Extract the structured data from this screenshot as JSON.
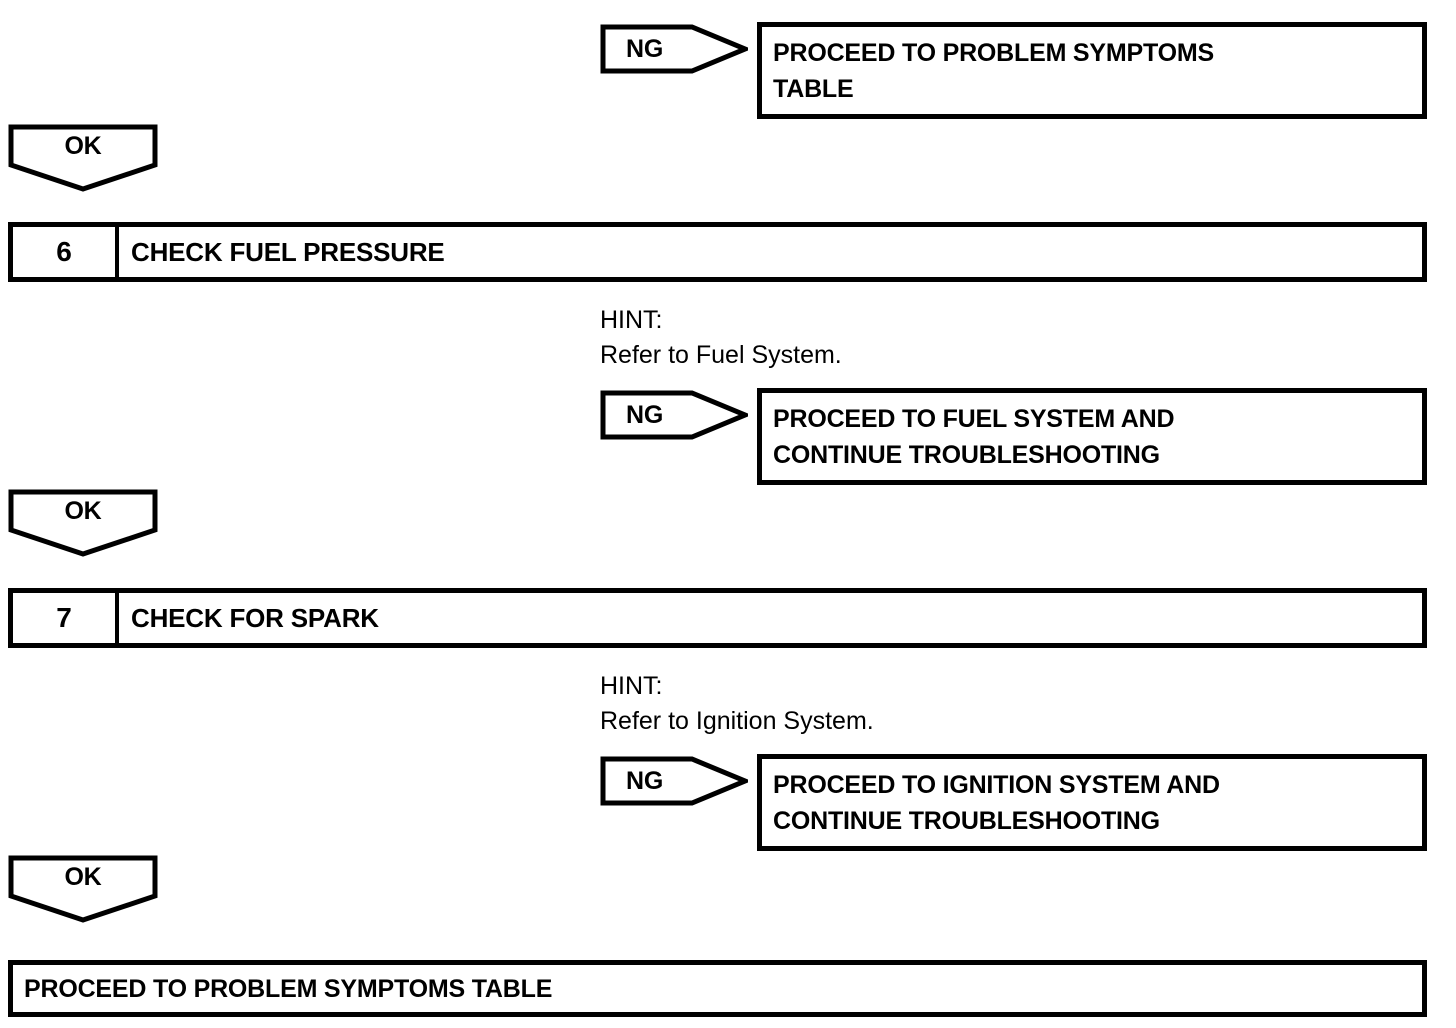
{
  "document": {
    "type": "troubleshooting-flowchart",
    "title": "Engine Troubleshooting Flow - Steps 6 and 7"
  },
  "nodes": [
    {
      "id": "ng-1",
      "kind": "ng-connector",
      "label": "NG",
      "target_lines": [
        "PROCEED TO PROBLEM SYMPTOMS",
        "TABLE"
      ]
    },
    {
      "id": "ok-1",
      "kind": "ok-connector",
      "label": "OK"
    },
    {
      "id": "step-6",
      "kind": "step",
      "number": "6",
      "title": "CHECK FUEL PRESSURE",
      "hint_lines": [
        "HINT:",
        "Refer to Fuel System."
      ]
    },
    {
      "id": "ng-2",
      "kind": "ng-connector",
      "label": "NG",
      "target_lines": [
        "PROCEED TO FUEL SYSTEM AND",
        "CONTINUE TROUBLESHOOTING"
      ]
    },
    {
      "id": "ok-2",
      "kind": "ok-connector",
      "label": "OK"
    },
    {
      "id": "step-7",
      "kind": "step",
      "number": "7",
      "title": "CHECK FOR SPARK",
      "hint_lines": [
        "HINT:",
        "Refer to Ignition System."
      ]
    },
    {
      "id": "ng-3",
      "kind": "ng-connector",
      "label": "NG",
      "target_lines": [
        "PROCEED TO IGNITION SYSTEM AND",
        "CONTINUE TROUBLESHOOTING"
      ]
    },
    {
      "id": "ok-3",
      "kind": "ok-connector",
      "label": "OK"
    },
    {
      "id": "final",
      "kind": "terminal",
      "target_lines": [
        "PROCEED TO PROBLEM SYMPTOMS TABLE"
      ]
    }
  ],
  "ng_1": {
    "label": "NG",
    "line1": "PROCEED TO PROBLEM SYMPTOMS",
    "line2": "TABLE"
  },
  "ok_1": {
    "label": "OK"
  },
  "step_6": {
    "number": "6",
    "title": "CHECK FUEL PRESSURE",
    "hint_label": "HINT:",
    "hint_text": "Refer to Fuel System."
  },
  "ng_2": {
    "label": "NG",
    "line1": "PROCEED TO FUEL SYSTEM AND",
    "line2": "CONTINUE TROUBLESHOOTING"
  },
  "ok_2": {
    "label": "OK"
  },
  "step_7": {
    "number": "7",
    "title": "CHECK FOR SPARK",
    "hint_label": "HINT:",
    "hint_text": "Refer to Ignition System."
  },
  "ng_3": {
    "label": "NG",
    "line1": "PROCEED TO IGNITION SYSTEM AND",
    "line2": "CONTINUE TROUBLESHOOTING"
  },
  "ok_3": {
    "label": "OK"
  },
  "final_box": {
    "line1": "PROCEED TO PROBLEM SYMPTOMS TABLE"
  },
  "colors": {
    "stroke": "#000000",
    "background": "#ffffff",
    "text": "#000000"
  }
}
